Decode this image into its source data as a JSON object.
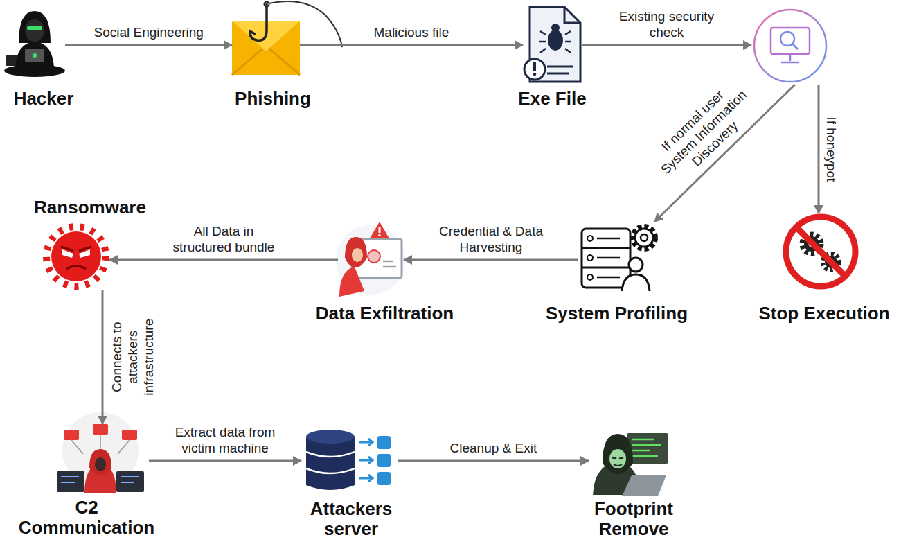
{
  "diagram": {
    "nodes": [
      {
        "text": [
          "Hacker"
        ]
      },
      {
        "text": [
          "Phishing"
        ]
      },
      {
        "text": [
          "Exe File"
        ]
      },
      {
        "text": []
      },
      {
        "text": [
          "Ransomware"
        ]
      },
      {
        "text": [
          "Data Exfiltration"
        ]
      },
      {
        "text": [
          "System Profiling"
        ]
      },
      {
        "text": [
          "Stop Execution"
        ]
      },
      {
        "text": [
          "C2 Communication"
        ]
      },
      {
        "text": [
          "Attackers server"
        ]
      },
      {
        "text": [
          "Footprint Remove"
        ]
      }
    ],
    "edges": [
      {
        "from": 0,
        "to": 1,
        "label": "Social Engineering",
        "arrow": "to"
      },
      {
        "from": 1,
        "to": 2,
        "label": "Malicious file",
        "arrow": "to"
      },
      {
        "from": 2,
        "to": 3,
        "label": "Existing security check",
        "arrow": "to"
      },
      {
        "from": 3,
        "to": 6,
        "label": "If normal user System Information Discovery",
        "arrow": "to"
      },
      {
        "from": 3,
        "to": 7,
        "label": "If honeypot",
        "arrow": "to"
      },
      {
        "from": 6,
        "to": 5,
        "label": "Credential & Data Harvesting",
        "arrow": "to"
      },
      {
        "from": 5,
        "to": 4,
        "label": "All Data in structured bundle",
        "arrow": "to"
      },
      {
        "from": 4,
        "to": 8,
        "label": "Connects to attackers infrastructure",
        "arrow": "to"
      },
      {
        "from": 8,
        "to": 9,
        "label": "Extract data from victim machine",
        "arrow": "to"
      },
      {
        "from": 9,
        "to": 10,
        "label": "Cleanup & Exit",
        "arrow": "to"
      }
    ]
  }
}
